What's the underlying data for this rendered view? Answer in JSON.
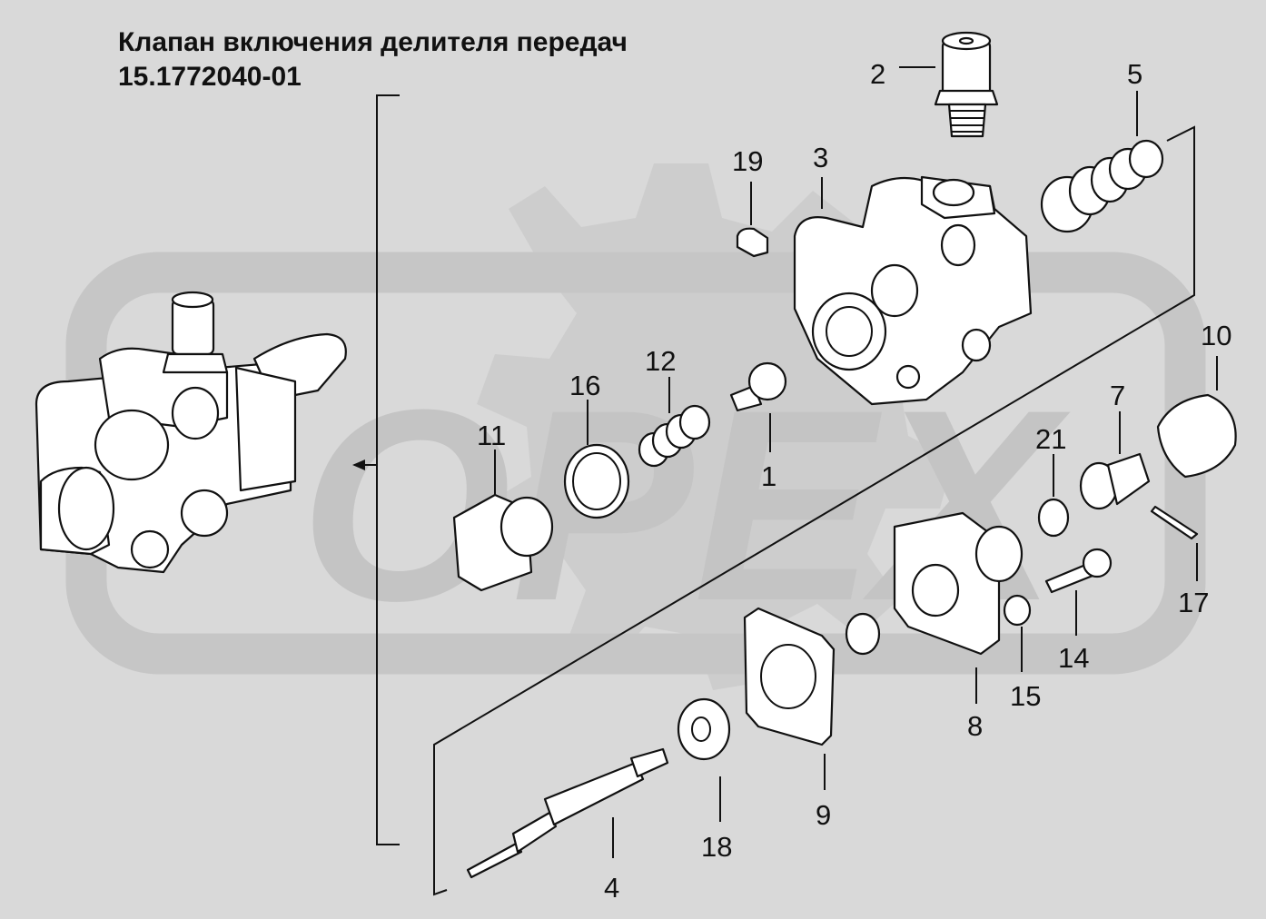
{
  "title": {
    "line1": "Клапан включения делителя передач",
    "line2": "15.1772040-01"
  },
  "watermark": {
    "text": "OPEX"
  },
  "callouts": {
    "c1": "1",
    "c2": "2",
    "c3": "3",
    "c4": "4",
    "c5": "5",
    "c7": "7",
    "c8": "8",
    "c9": "9",
    "c10": "10",
    "c11": "11",
    "c12": "12",
    "c14": "14",
    "c15": "15",
    "c16": "16",
    "c17": "17",
    "c18": "18",
    "c19": "19",
    "c21": "21"
  },
  "colors": {
    "background": "#d9d9d9",
    "watermark": "#cdcdcd",
    "line": "#111111",
    "part_fill": "#ffffff"
  }
}
